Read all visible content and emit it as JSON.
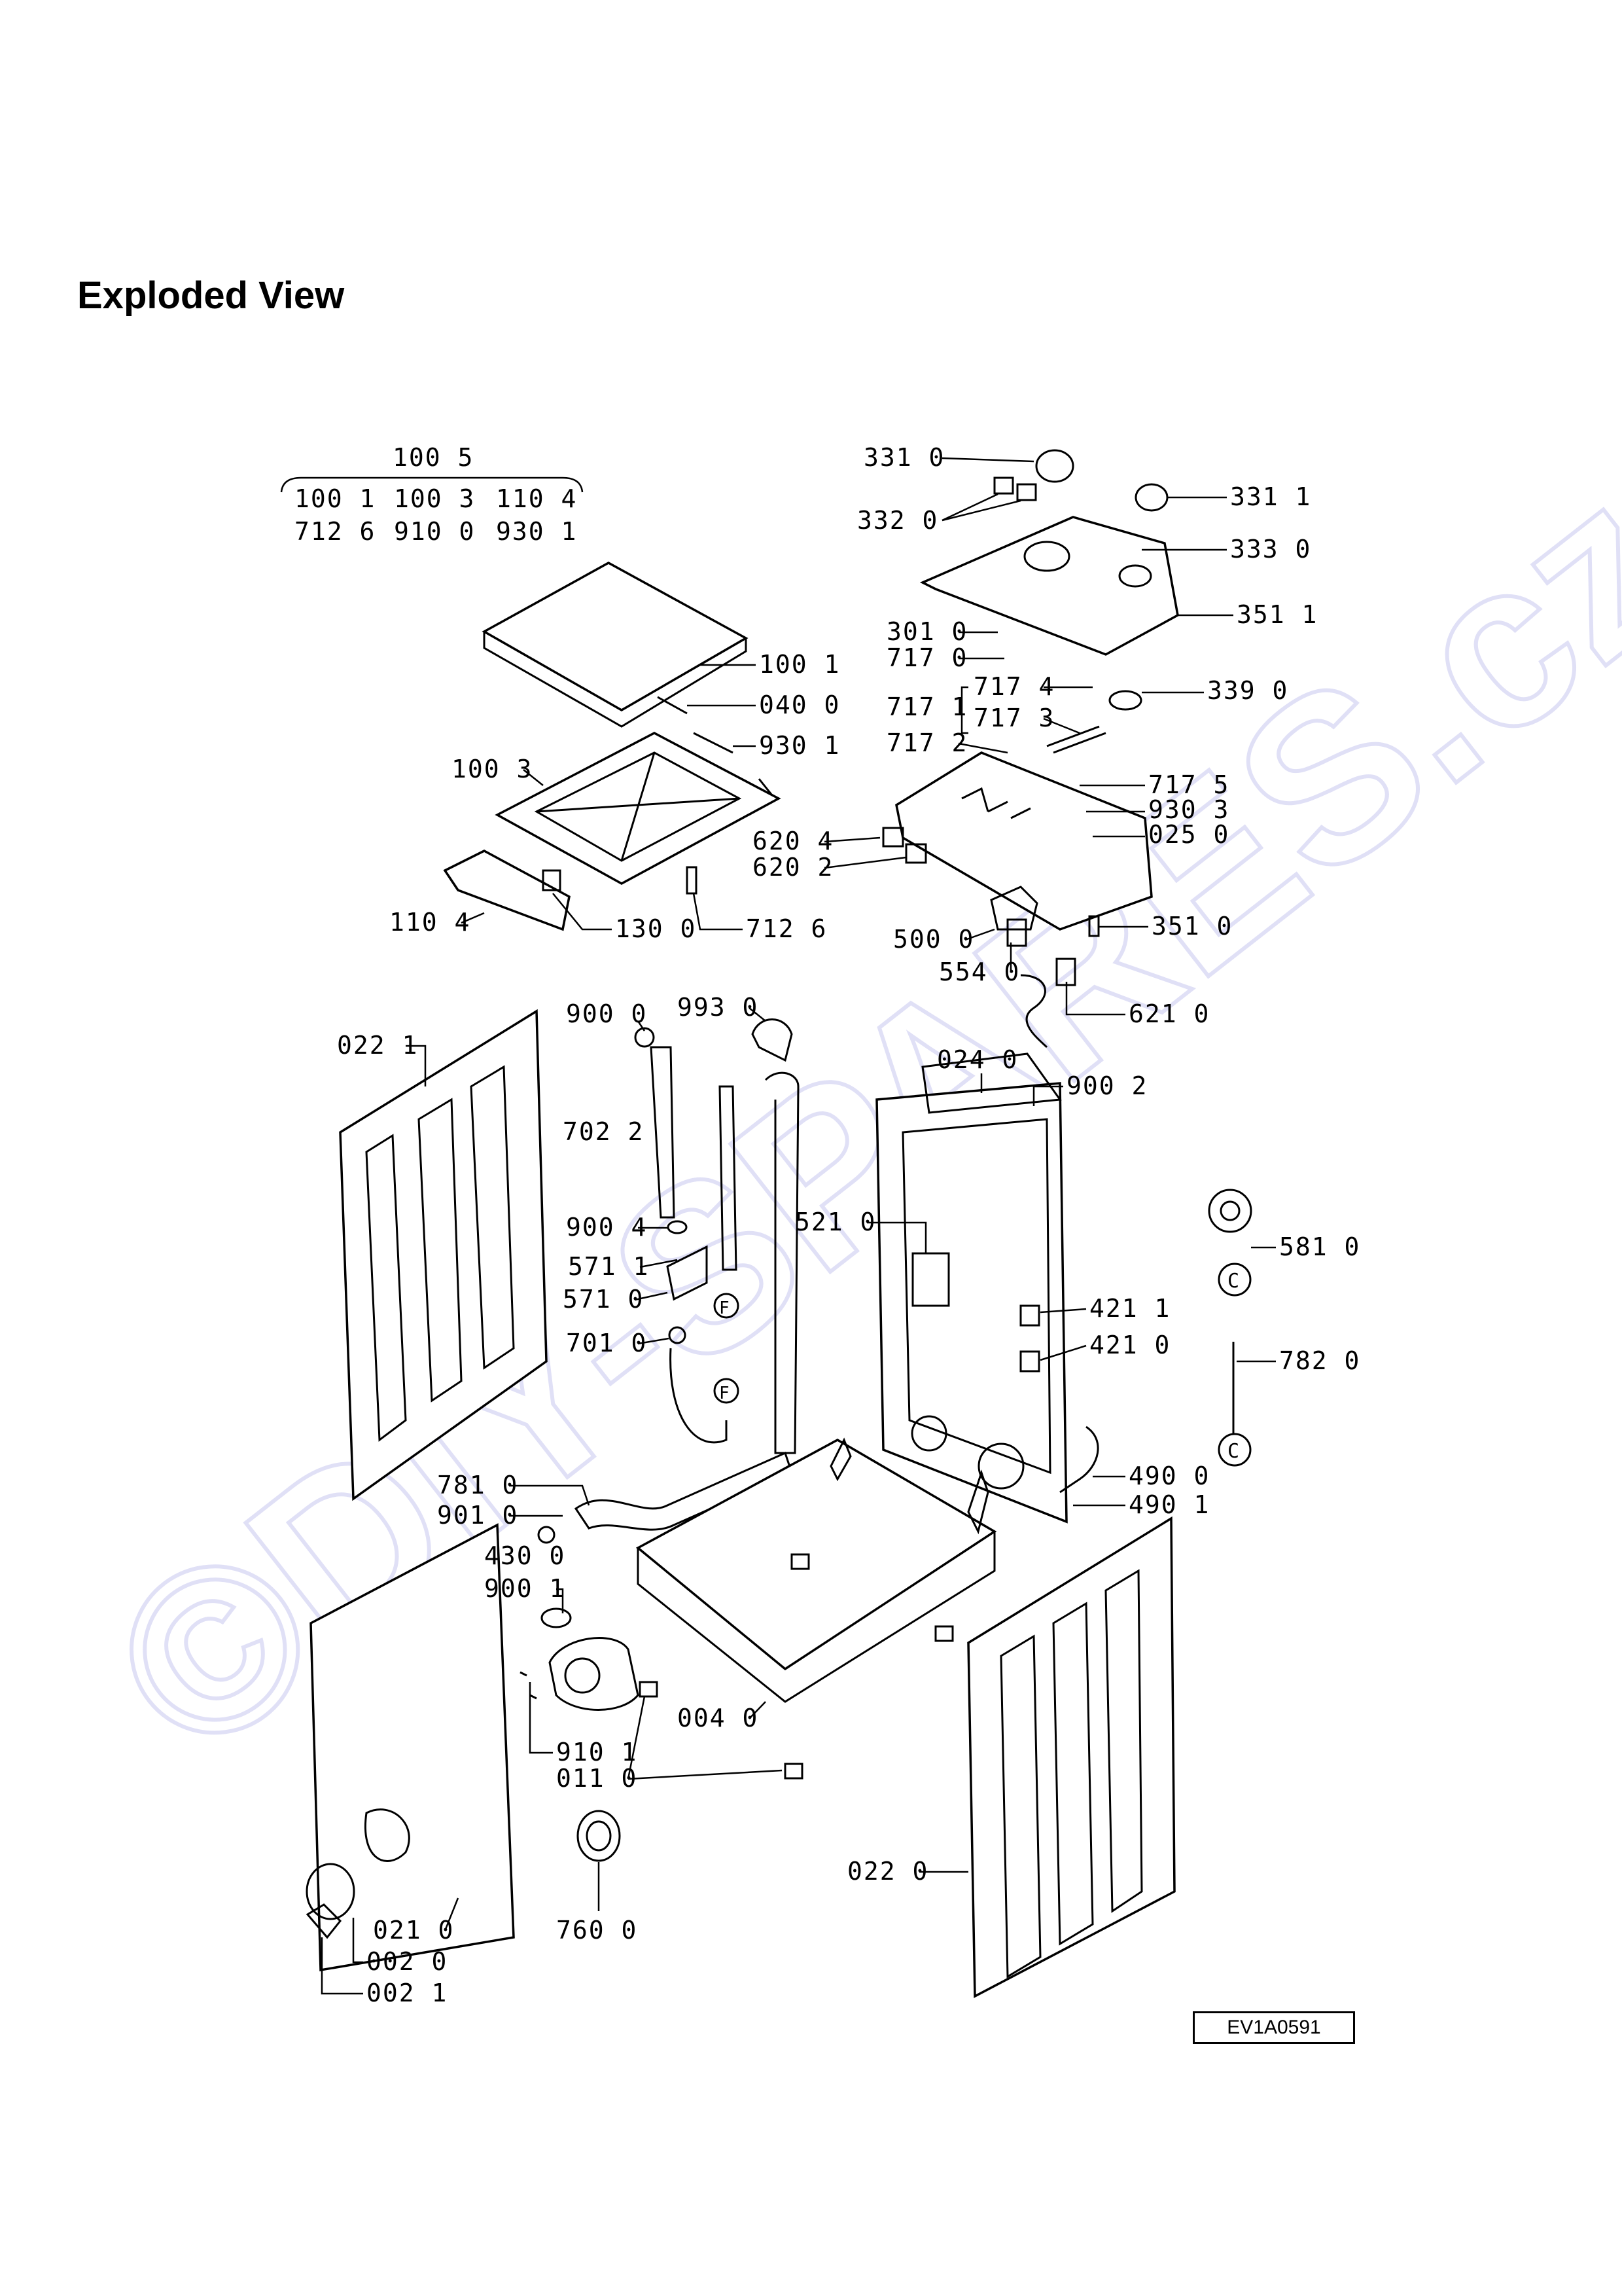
{
  "title": "Exploded View",
  "drawing_code": "EV1A0591",
  "watermark": "©DIY-SPARES.cz",
  "kit": {
    "header": "100 5",
    "row1": [
      "100 1",
      "100 3",
      "110 4"
    ],
    "row2": [
      "712 6",
      "910 0",
      "930 1"
    ]
  },
  "labels": {
    "l3310": "331 0",
    "l3320": "332 0",
    "l3311": "331 1",
    "l3330": "333 0",
    "l3511": "351 1",
    "l3010": "301 0",
    "l7170": "717 0",
    "l7171": "717 1",
    "l7174": "717 4",
    "l7173": "717 3",
    "l3390": "339 0",
    "l7172": "717 2",
    "l7175": "717 5",
    "l9303": "930 3",
    "l0250": "025 0",
    "l6204": "620 4",
    "l6202": "620 2",
    "l5000": "500 0",
    "l3510": "351 0",
    "l5540": "554 0",
    "l6210": "621 0",
    "l1001": "100 1",
    "l0400": "040 0",
    "l9301": "930 1",
    "l1003": "100 3",
    "l1104": "110 4",
    "l1300": "130 0",
    "l7126": "712 6",
    "l0221": "022 1",
    "l9000": "900 0",
    "l9930": "993 0",
    "l7022": "702 2",
    "l0240": "024 0",
    "l9002": "900 2",
    "l9004": "900 4",
    "l5711": "571 1",
    "l5710": "571 0",
    "l5210": "521 0",
    "l5810": "581 0",
    "l7010": "701 0",
    "l4211": "421 1",
    "l4210": "421 0",
    "l7820": "782 0",
    "l4900": "490 0",
    "l4901": "490 1",
    "l7810": "781 0",
    "l9010": "901 0",
    "l4300": "430 0",
    "l9001": "900 1",
    "l0040": "004 0",
    "l9101": "910 1",
    "l0110": "011 0",
    "l0220": "022 0",
    "l7600": "760 0",
    "l0210": "021 0",
    "l0020": "002 0",
    "l0021": "002 1"
  },
  "connectors": {
    "f": "F",
    "c": "C"
  }
}
